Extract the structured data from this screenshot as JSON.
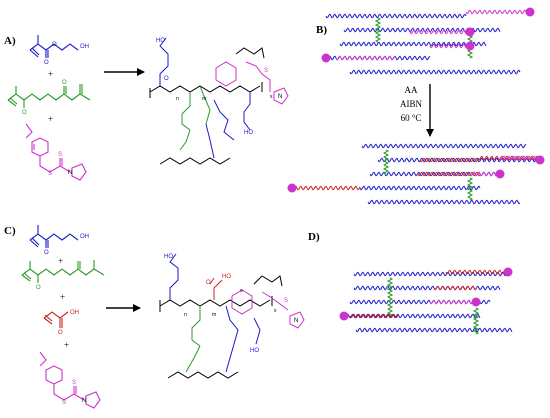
{
  "panels": {
    "a": "A)",
    "b": "B)",
    "c": "C)",
    "d": "D)"
  },
  "plus": "+",
  "atoms": {
    "hydroxyl": "OH",
    "hydroxyl_ho": "HO",
    "oxygen": "O",
    "sulfur": "S",
    "nitrogen": "N"
  },
  "subscripts": {
    "n": "n",
    "m": "m",
    "o": "o",
    "x": "x"
  },
  "conditions": {
    "monomer": "AA",
    "initiator": "AIBN",
    "temperature": "60 °C"
  },
  "colors": {
    "hema": "#1a1ac8",
    "egdma": "#2a9a2a",
    "raft": "#cc33cc",
    "aa": "#cc2222",
    "bond": "#000000"
  }
}
